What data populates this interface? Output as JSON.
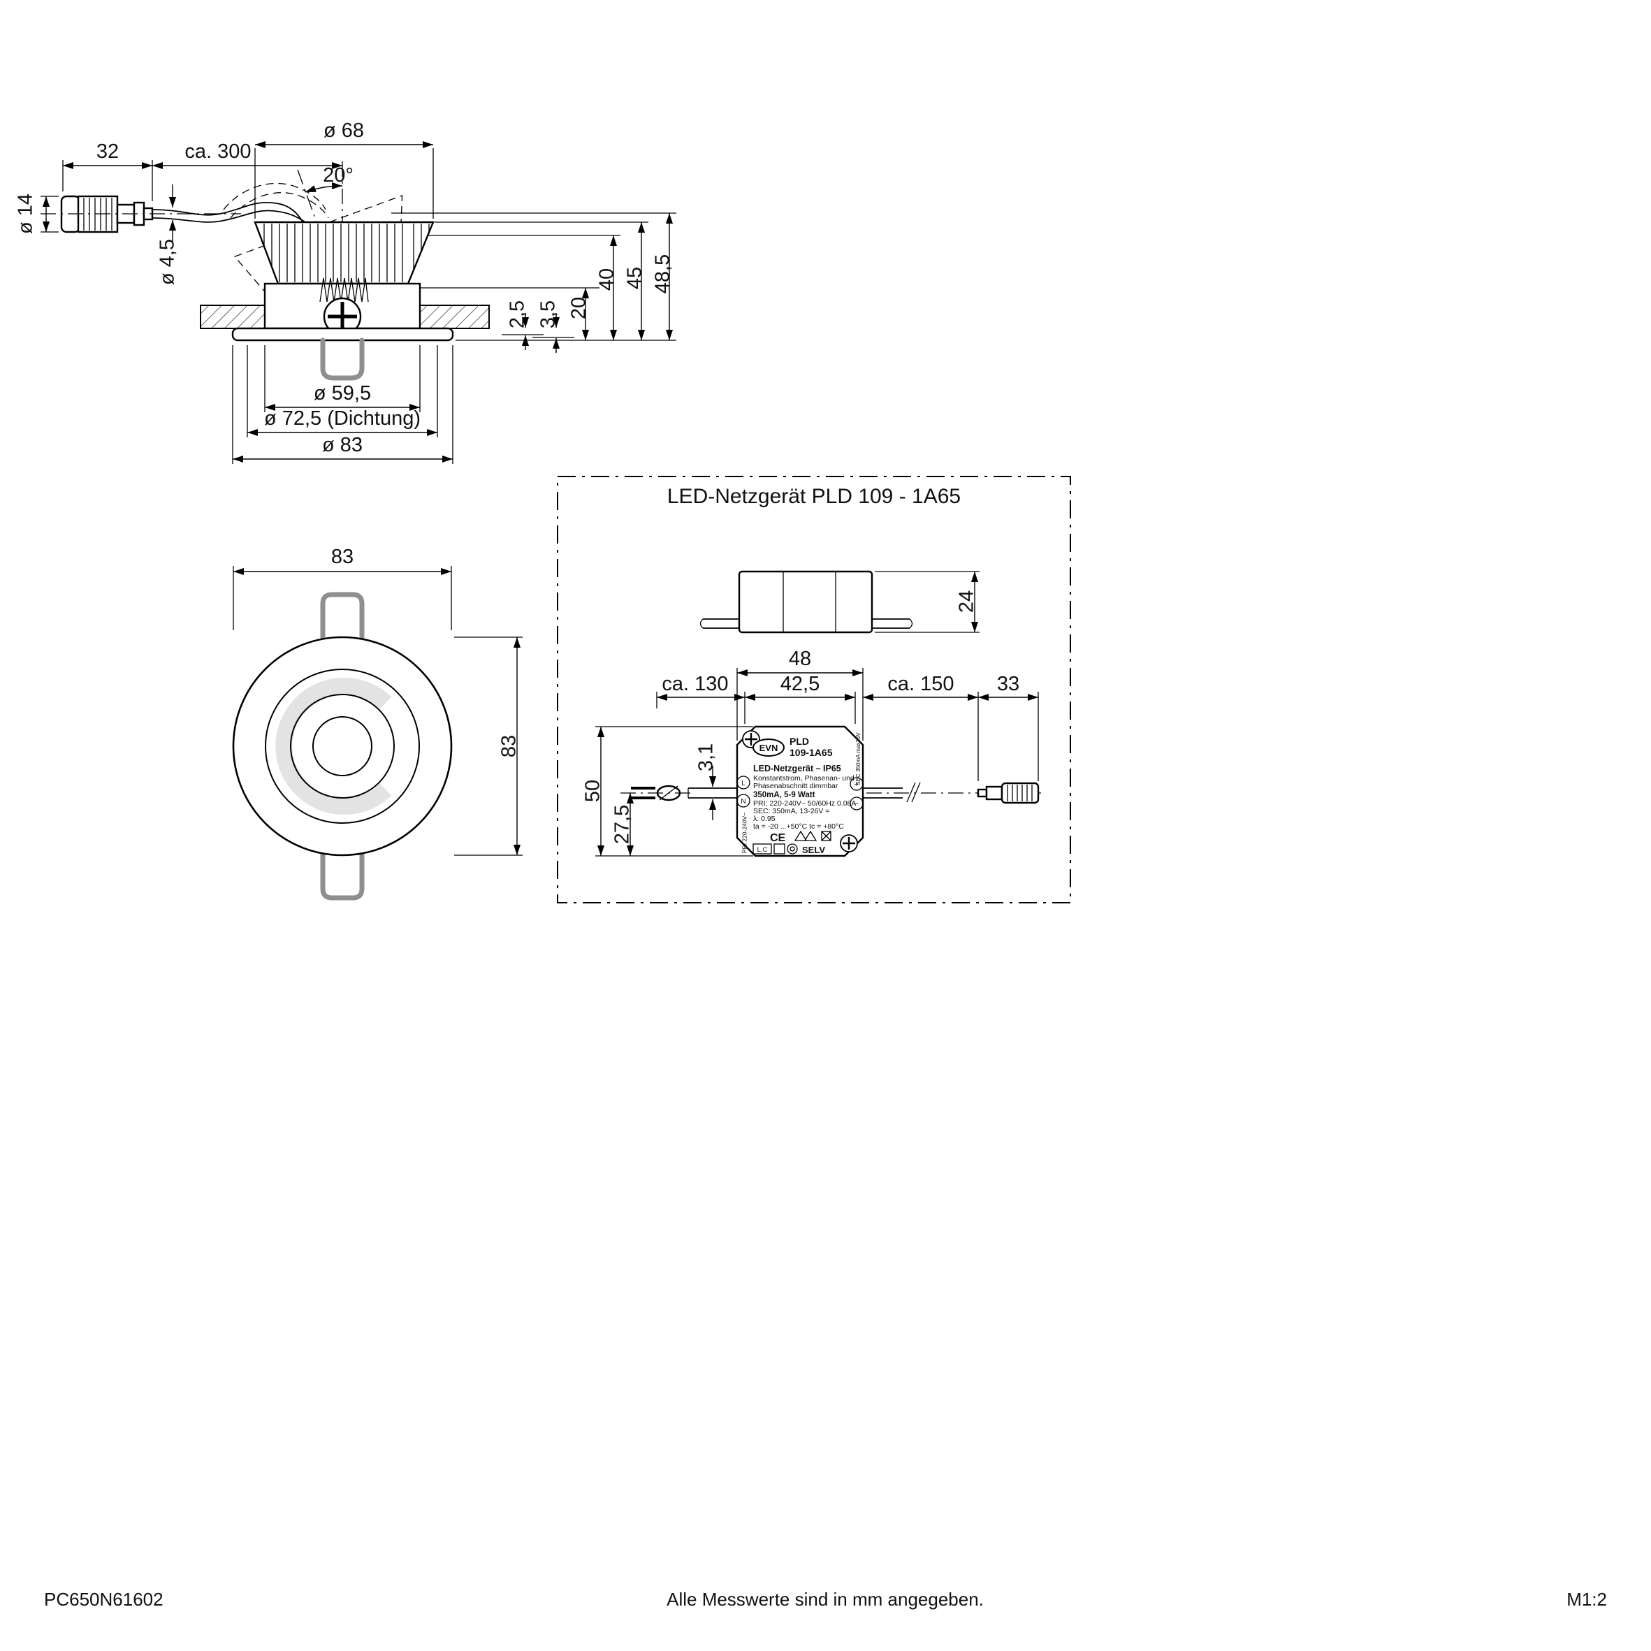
{
  "footer": {
    "doc_number": "PC650N61602",
    "note": "Alle Messwerte sind in mm angegeben.",
    "scale": "M1:2"
  },
  "side_view": {
    "dia14": "ø 14",
    "dim32": "32",
    "ca300": "ca. 300",
    "dia45": "ø 4,5",
    "dia68": "ø 68",
    "angle": "20°",
    "dim40": "40",
    "dim45": "45",
    "dim485": "48,5",
    "dim25": "2,5",
    "dim35": "3,5",
    "dim20": "20",
    "dia595": "ø 59,5",
    "dia725": "ø 72,5 (Dichtung)",
    "dia83": "ø 83"
  },
  "front_view": {
    "width": "83",
    "height": "83"
  },
  "psu": {
    "title": "LED-Netzgerät PLD 109 - 1A65",
    "dim24": "24",
    "dim48": "48",
    "dim425": "42,5",
    "ca130": "ca. 130",
    "ca150": "ca. 150",
    "dim33": "33",
    "dim31": "3,1",
    "dim50": "50",
    "dim275": "27,5",
    "label": {
      "brand": "EVN",
      "model1": "PLD",
      "model2": "109-1A65",
      "type_line": "LED-Netzgerät  –  IP65",
      "desc1": "Konstantstrom, Phasenan- und",
      "desc2": "Phasenabschnitt dimmbar",
      "power": "350mA, 5-9 Watt",
      "pri": "PRI: 220-240V~  50/60Hz 0.08A",
      "sec": "SEC: 350mA, 13-26V =",
      "lambda": "λ: 0.95",
      "temp": "ta = -20 ...+50°C  tc = +80°C",
      "ce": "CE",
      "lc": "L,C",
      "selv": "SELV",
      "pri_side": "PRI 220-240V~",
      "sec_side": "SEC 350mA max26V",
      "term_l": "L",
      "term_n": "N",
      "term_plus": "+",
      "term_minus": "−"
    }
  }
}
